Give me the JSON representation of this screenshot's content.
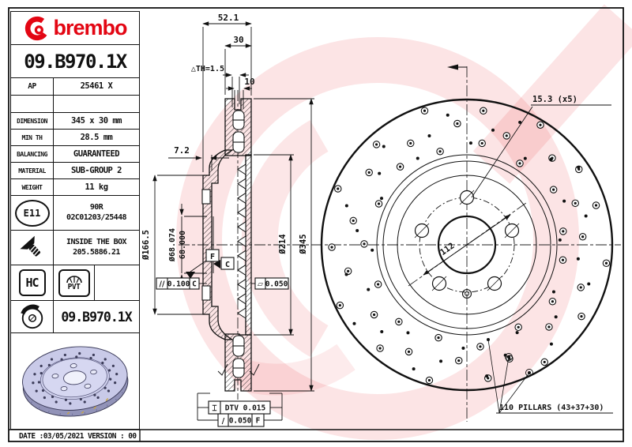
{
  "brand": {
    "wordmark": "brembo"
  },
  "part_number_main": "09.B970.1X",
  "title_block": {
    "ap_label": "AP",
    "ap_value": "25461 X",
    "rows": [
      {
        "label": "DIMENSION",
        "value": "345 x 30 mm"
      },
      {
        "label": "MIN TH",
        "value": "28.5 mm"
      },
      {
        "label": "BALANCING",
        "value": "GUARANTEED"
      },
      {
        "label": "MATERIAL",
        "value": "SUB-GROUP 2"
      },
      {
        "label": "WEIGHT",
        "value": "11 kg"
      }
    ],
    "homologation": {
      "badge": "E11",
      "line1": "90R",
      "line2": "02C01203/25448"
    },
    "inside_box": {
      "line1": "INSIDE THE BOX",
      "line2": "205.5886.21"
    },
    "badge_hc": "HC",
    "badge_pvt": "PVT",
    "boxed_part_number": "09.B970.1X"
  },
  "footer": {
    "date_line": "DATE :03/05/2021 VERSION : 00"
  },
  "section_view": {
    "overall_width": "52.1",
    "thickness": "30",
    "th_tol": "△TH=1.5",
    "hat_wall": "10",
    "flange": "7.2",
    "hat_dia": "Ø166.5",
    "bore_dia_line1": "Ø68.074",
    "bore_dia_line2": "68.000",
    "vent_dia": "Ø214",
    "outer_dia": "Ø345",
    "datum_f": "F",
    "datum_c": "C",
    "parallelism": {
      "symbol": "//",
      "value": "0.100",
      "datum": "C"
    },
    "flatness": {
      "symbol": "▱",
      "value": "0.050"
    },
    "dtv": {
      "symbol": "⌶",
      "value": "DTV 0.015"
    },
    "runout": {
      "symbol": "/",
      "value": "0.050",
      "datum": "F"
    }
  },
  "front_view": {
    "bolt_hole_dia": "15.3 (x5)",
    "bolt_circle_dia": "112",
    "pillars_note": "110 PILLARS (43+37+30)"
  },
  "colors": {
    "brand_red": "#e30613",
    "line_black": "#111111"
  }
}
